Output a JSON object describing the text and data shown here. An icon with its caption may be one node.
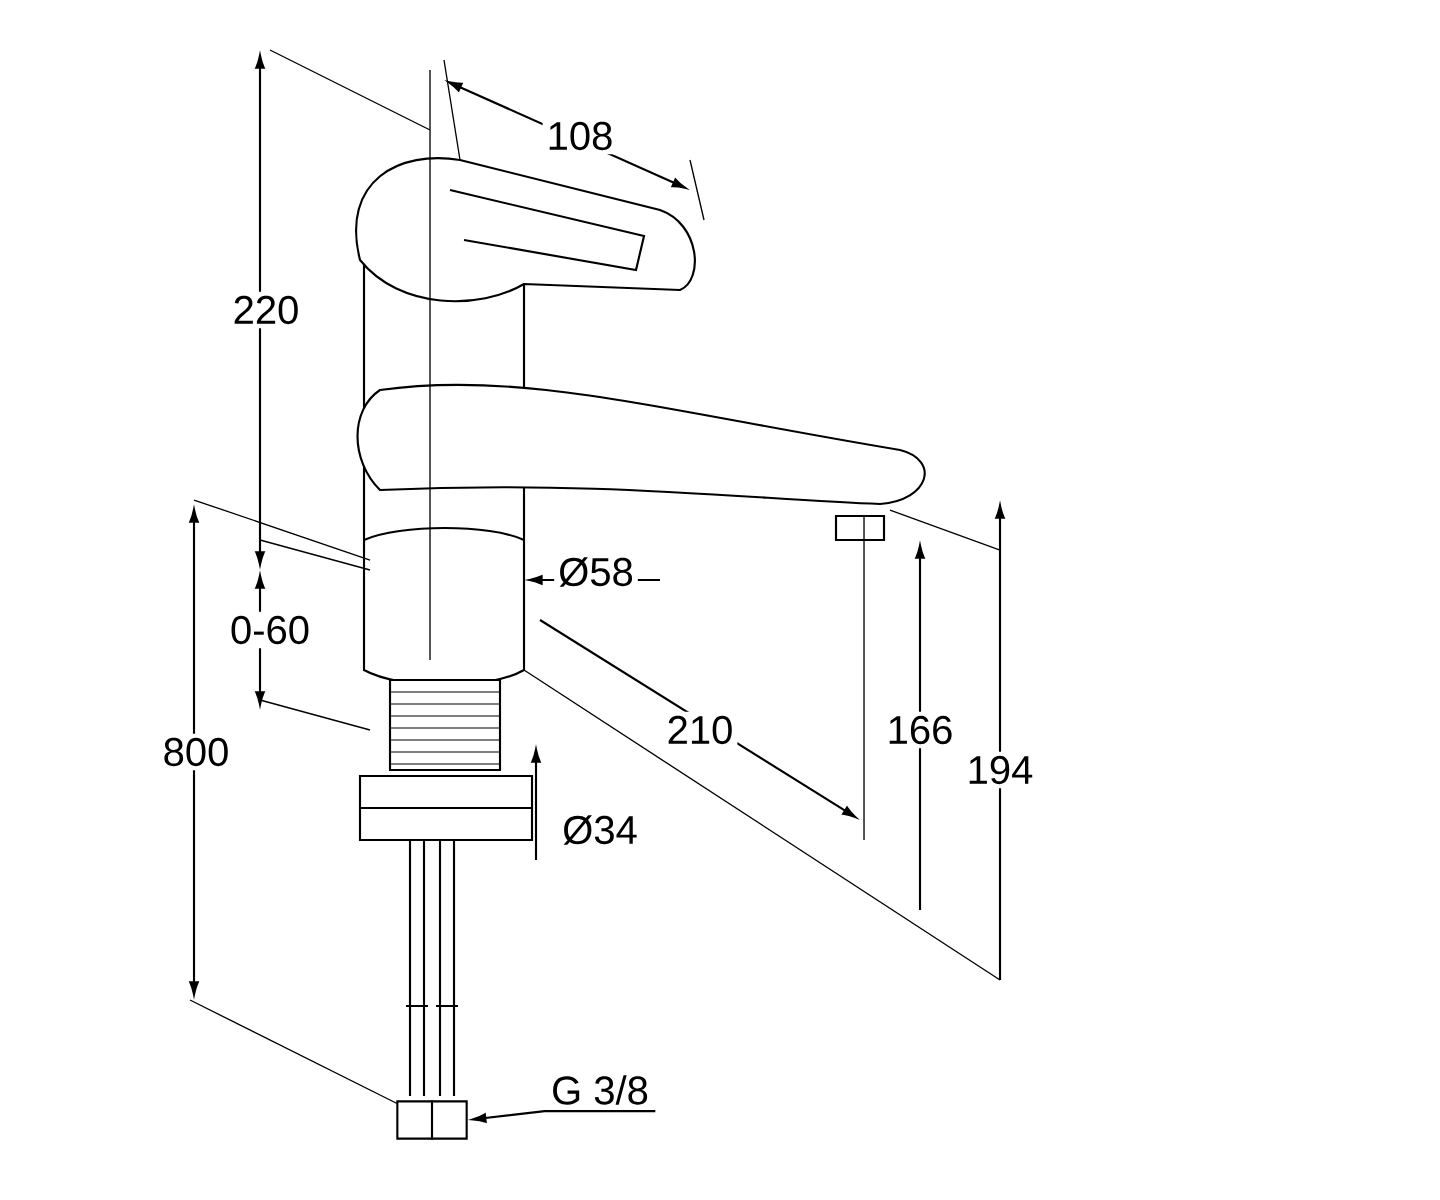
{
  "diagram": {
    "nodes": [
      {
        "text": [
          "G 3/8"
        ]
      },
      {
        "text": [],
        "shape": "box"
      }
    ],
    "edges": [
      {
        "from": 0,
        "to": 1,
        "arrow": "to"
      }
    ],
    "labels": [
      "108",
      "220",
      "Ø58",
      "0-60",
      "210",
      "166",
      "194",
      "800",
      "Ø34"
    ]
  }
}
